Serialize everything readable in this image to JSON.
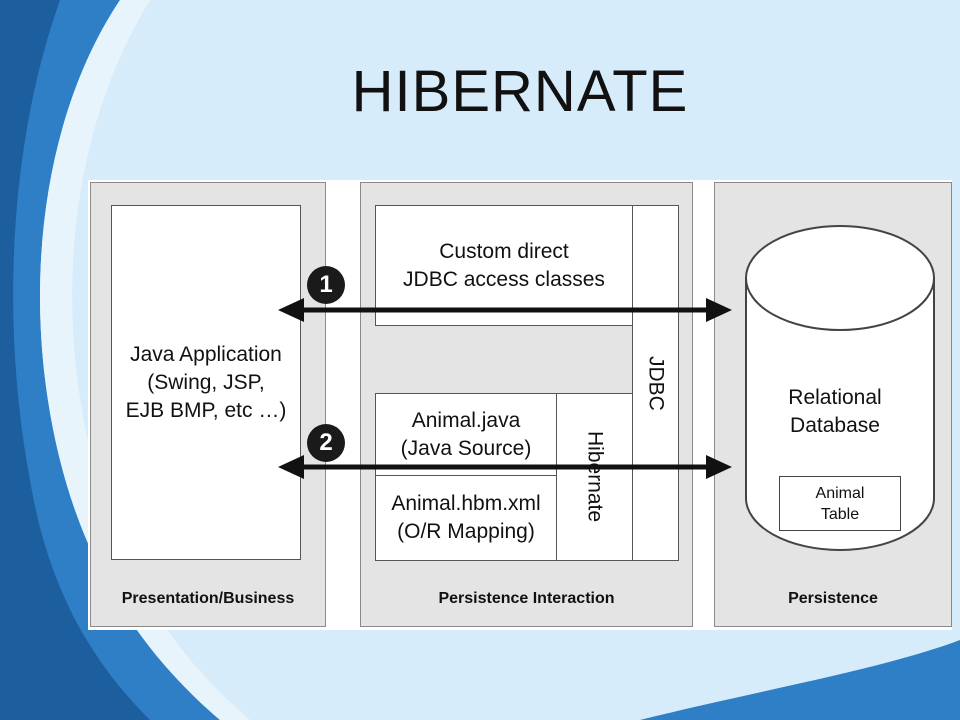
{
  "slide": {
    "title": "HIBERNATE"
  },
  "panels": {
    "presentation": {
      "label": "Presentation/Business",
      "app_lines": [
        "Java Application",
        "(Swing, JSP,",
        "EJB BMP, etc …)"
      ]
    },
    "persistence_interaction": {
      "label": "Persistence Interaction",
      "custom_jdbc_lines": [
        "Custom direct",
        "JDBC access classes"
      ],
      "animal_java_lines": [
        "Animal.java",
        "(Java Source)"
      ],
      "animal_hbm_lines": [
        "Animal.hbm.xml",
        "(O/R Mapping)"
      ],
      "hibernate_label": "Hibernate",
      "jdbc_label": "JDBC"
    },
    "persistence": {
      "label": "Persistence",
      "db_lines": [
        "Relational",
        "Database"
      ],
      "table_lines": [
        "Animal",
        "Table"
      ]
    }
  },
  "paths": [
    {
      "number": "1"
    },
    {
      "number": "2"
    }
  ],
  "colors": {
    "background": "#d6ecfa",
    "accent_blue": "#2f7fc6",
    "panel": "#e4e4e4",
    "arrow": "#111111"
  }
}
